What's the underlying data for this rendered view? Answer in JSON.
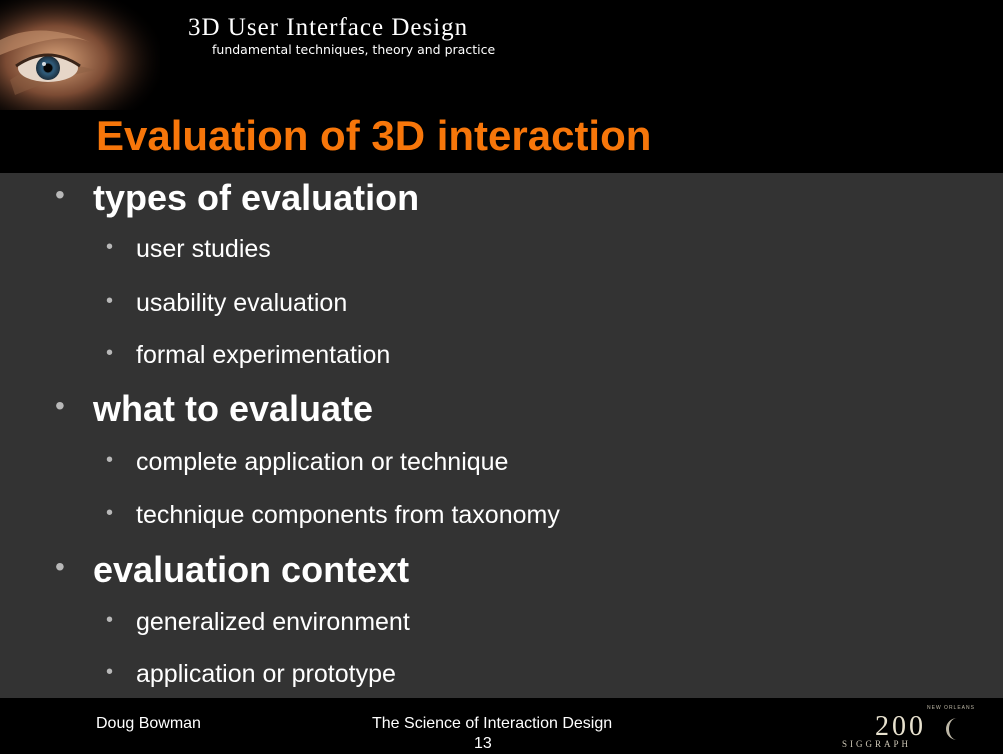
{
  "header": {
    "course_title": "3D User Interface Design",
    "course_subtitle": "fundamental techniques, theory and practice"
  },
  "slide": {
    "title": "Evaluation of 3D interaction",
    "bullets": [
      {
        "level": 1,
        "text": "types of evaluation"
      },
      {
        "level": 2,
        "text": "user studies"
      },
      {
        "level": 2,
        "text": "usability evaluation"
      },
      {
        "level": 2,
        "text": "formal experimentation"
      },
      {
        "level": 1,
        "text": "what to evaluate"
      },
      {
        "level": 2,
        "text": "complete application or technique"
      },
      {
        "level": 2,
        "text": "technique components from taxonomy"
      },
      {
        "level": 1,
        "text": "evaluation context"
      },
      {
        "level": 2,
        "text": "generalized environment"
      },
      {
        "level": 2,
        "text": "application or prototype"
      }
    ]
  },
  "footer": {
    "presenter": "Doug Bowman",
    "course_name": "The Science of Interaction Design",
    "page_number": "13",
    "logo": {
      "word": "SIGGRAPH",
      "year": "200",
      "city": "NEW ORLEANS"
    }
  },
  "colors": {
    "title": "#f7760a",
    "content_bg": "#333333",
    "bar_bg": "#000000",
    "bullet": "#b8b8b8"
  }
}
